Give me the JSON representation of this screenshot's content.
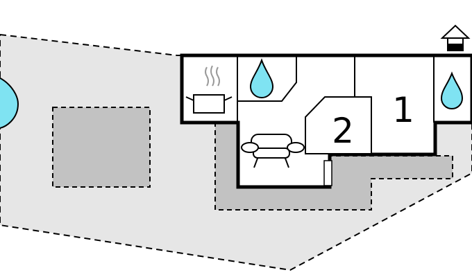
{
  "floorplan": {
    "rooms": [
      {
        "label": "1",
        "type": "bedroom"
      },
      {
        "label": "2",
        "type": "bedroom"
      }
    ],
    "icons": {
      "kitchen": "cooking-pot-icon",
      "bathroom": "water-drop-icon",
      "living_room": "sofa-icon",
      "pool": "water-drop-icon",
      "outbuilding": "house-icon",
      "heater": "radiator-icon"
    },
    "colors": {
      "plot": "#e6e6e6",
      "terrace": "#c2c2c2",
      "water": "#7fe3f2",
      "walls": "#000000"
    }
  }
}
